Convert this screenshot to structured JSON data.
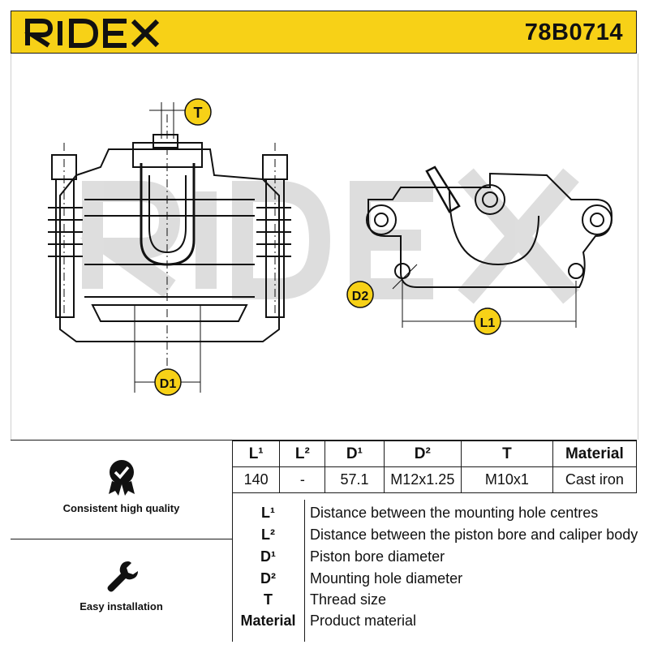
{
  "header": {
    "brand": "RIDEX",
    "part_number": "78B0714",
    "accent_color": "#f7d117"
  },
  "drawing": {
    "callouts": {
      "t": "T",
      "d1": "D1",
      "d2": "D2",
      "l1": "L1"
    },
    "watermark": "RIDEX"
  },
  "features": [
    {
      "icon": "quality-check-badge-icon",
      "label": "Consistent high quality"
    },
    {
      "icon": "wrench-icon",
      "label": "Easy installation"
    }
  ],
  "spec_table": {
    "headers": [
      "L¹",
      "L²",
      "D¹",
      "D²",
      "T",
      "Material"
    ],
    "values": [
      "140",
      "-",
      "57.1",
      "M12x1.25",
      "M10x1",
      "Cast iron"
    ]
  },
  "legend": [
    {
      "key": "L¹",
      "desc": "Distance between the mounting hole centres"
    },
    {
      "key": "L²",
      "desc": "Distance between the piston bore and caliper body"
    },
    {
      "key": "D¹",
      "desc": "Piston bore diameter"
    },
    {
      "key": "D²",
      "desc": "Mounting hole diameter"
    },
    {
      "key": "T",
      "desc": "Thread size"
    },
    {
      "key": "Material",
      "desc": "Product material"
    }
  ]
}
